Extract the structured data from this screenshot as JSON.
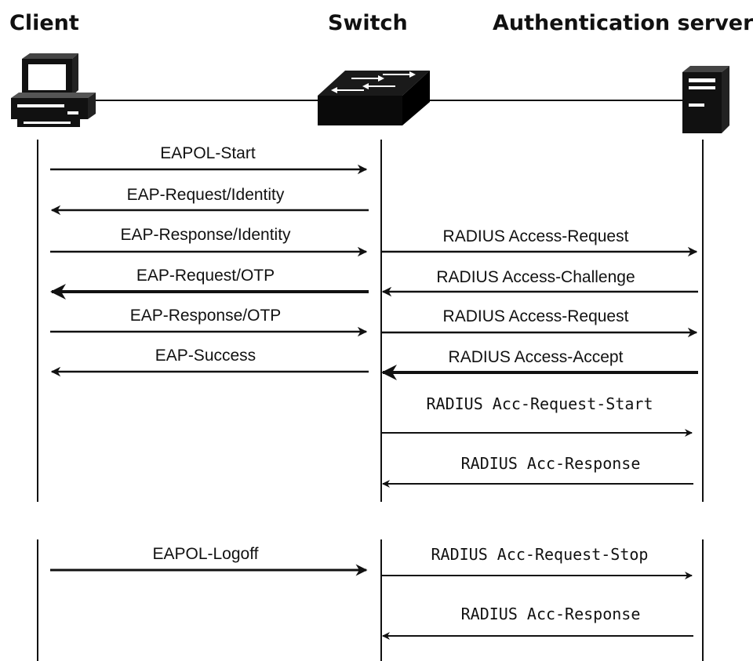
{
  "participants": {
    "client": "Client",
    "switch": "Switch",
    "server": "Authentication server"
  },
  "messages": {
    "m1": "EAPOL-Start",
    "m2": "EAP-Request/Identity",
    "m3": "EAP-Response/Identity",
    "m4": "RADIUS Access-Request",
    "m5": "EAP-Request/OTP",
    "m6": "RADIUS Access-Challenge",
    "m7": "EAP-Response/OTP",
    "m8": "RADIUS Access-Request",
    "m9": "EAP-Success",
    "m10": "RADIUS Access-Accept",
    "m11": "RADIUS Acc-Request-Start",
    "m12": "RADIUS Acc-Response",
    "m13": "EAPOL-Logoff",
    "m14": "RADIUS Acc-Request-Stop",
    "m15": "RADIUS Acc-Response"
  },
  "icons": {
    "client": "desktop-computer-icon",
    "switch": "network-switch-icon",
    "server": "server-tower-icon"
  }
}
